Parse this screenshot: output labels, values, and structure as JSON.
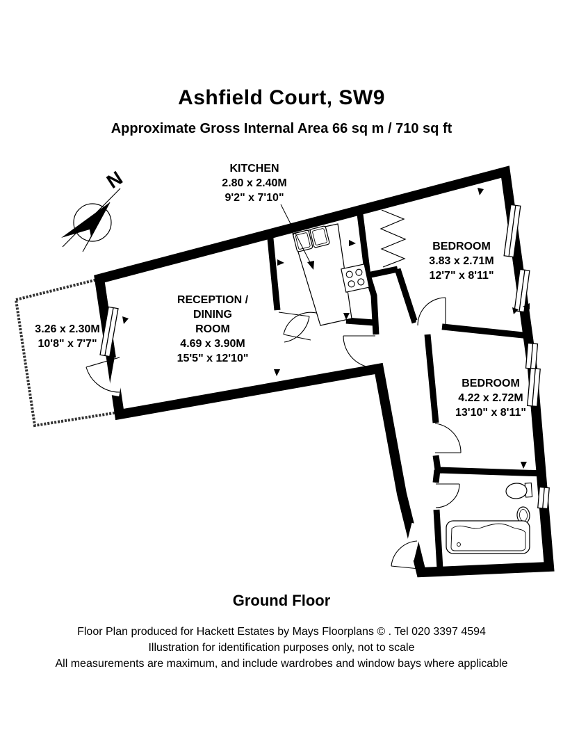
{
  "page": {
    "background": "#ffffff",
    "wall_color": "#000000"
  },
  "header": {
    "title": "Ashfield Court, SW9",
    "subtitle": "Approximate Gross Internal Area 66 sq m / 710 sq ft"
  },
  "compass": {
    "north_label": "N"
  },
  "rooms": [
    {
      "id": "kitchen",
      "name": "KITCHEN",
      "dim_metric": "2.80 x 2.40M",
      "dim_imperial": "9'2\" x 7'10\""
    },
    {
      "id": "reception-dining-room",
      "name": "RECEPTION / DINING ROOM",
      "name_lines": [
        "RECEPTION /",
        "DINING",
        "ROOM"
      ],
      "dim_metric": "4.69 x 3.90M",
      "dim_imperial": "15'5\" x 12'10\""
    },
    {
      "id": "bedroom-1",
      "name": "BEDROOM",
      "dim_metric": "3.83 x 2.71M",
      "dim_imperial": "12'7\" x 8'11\""
    },
    {
      "id": "bedroom-2",
      "name": "BEDROOM",
      "dim_metric": "4.22 x 2.72M",
      "dim_imperial": "13'10\" x 8'11\""
    },
    {
      "id": "terrace",
      "dim_metric": "3.26 x 2.30M",
      "dim_imperial": "10'8\" x 7'7\""
    }
  ],
  "fixtures": [
    "double-sink",
    "hob",
    "worktop",
    "wardrobe",
    "toilet",
    "basin",
    "bath"
  ],
  "floor": {
    "label": "Ground Floor"
  },
  "footer": {
    "line1": "Floor Plan produced for Hackett Estates by Mays Floorplans © . Tel 020 3397 4594",
    "line2": "Illustration for identification purposes only, not to scale",
    "line3": "All measurements are maximum, and include wardrobes and window bays where applicable"
  }
}
